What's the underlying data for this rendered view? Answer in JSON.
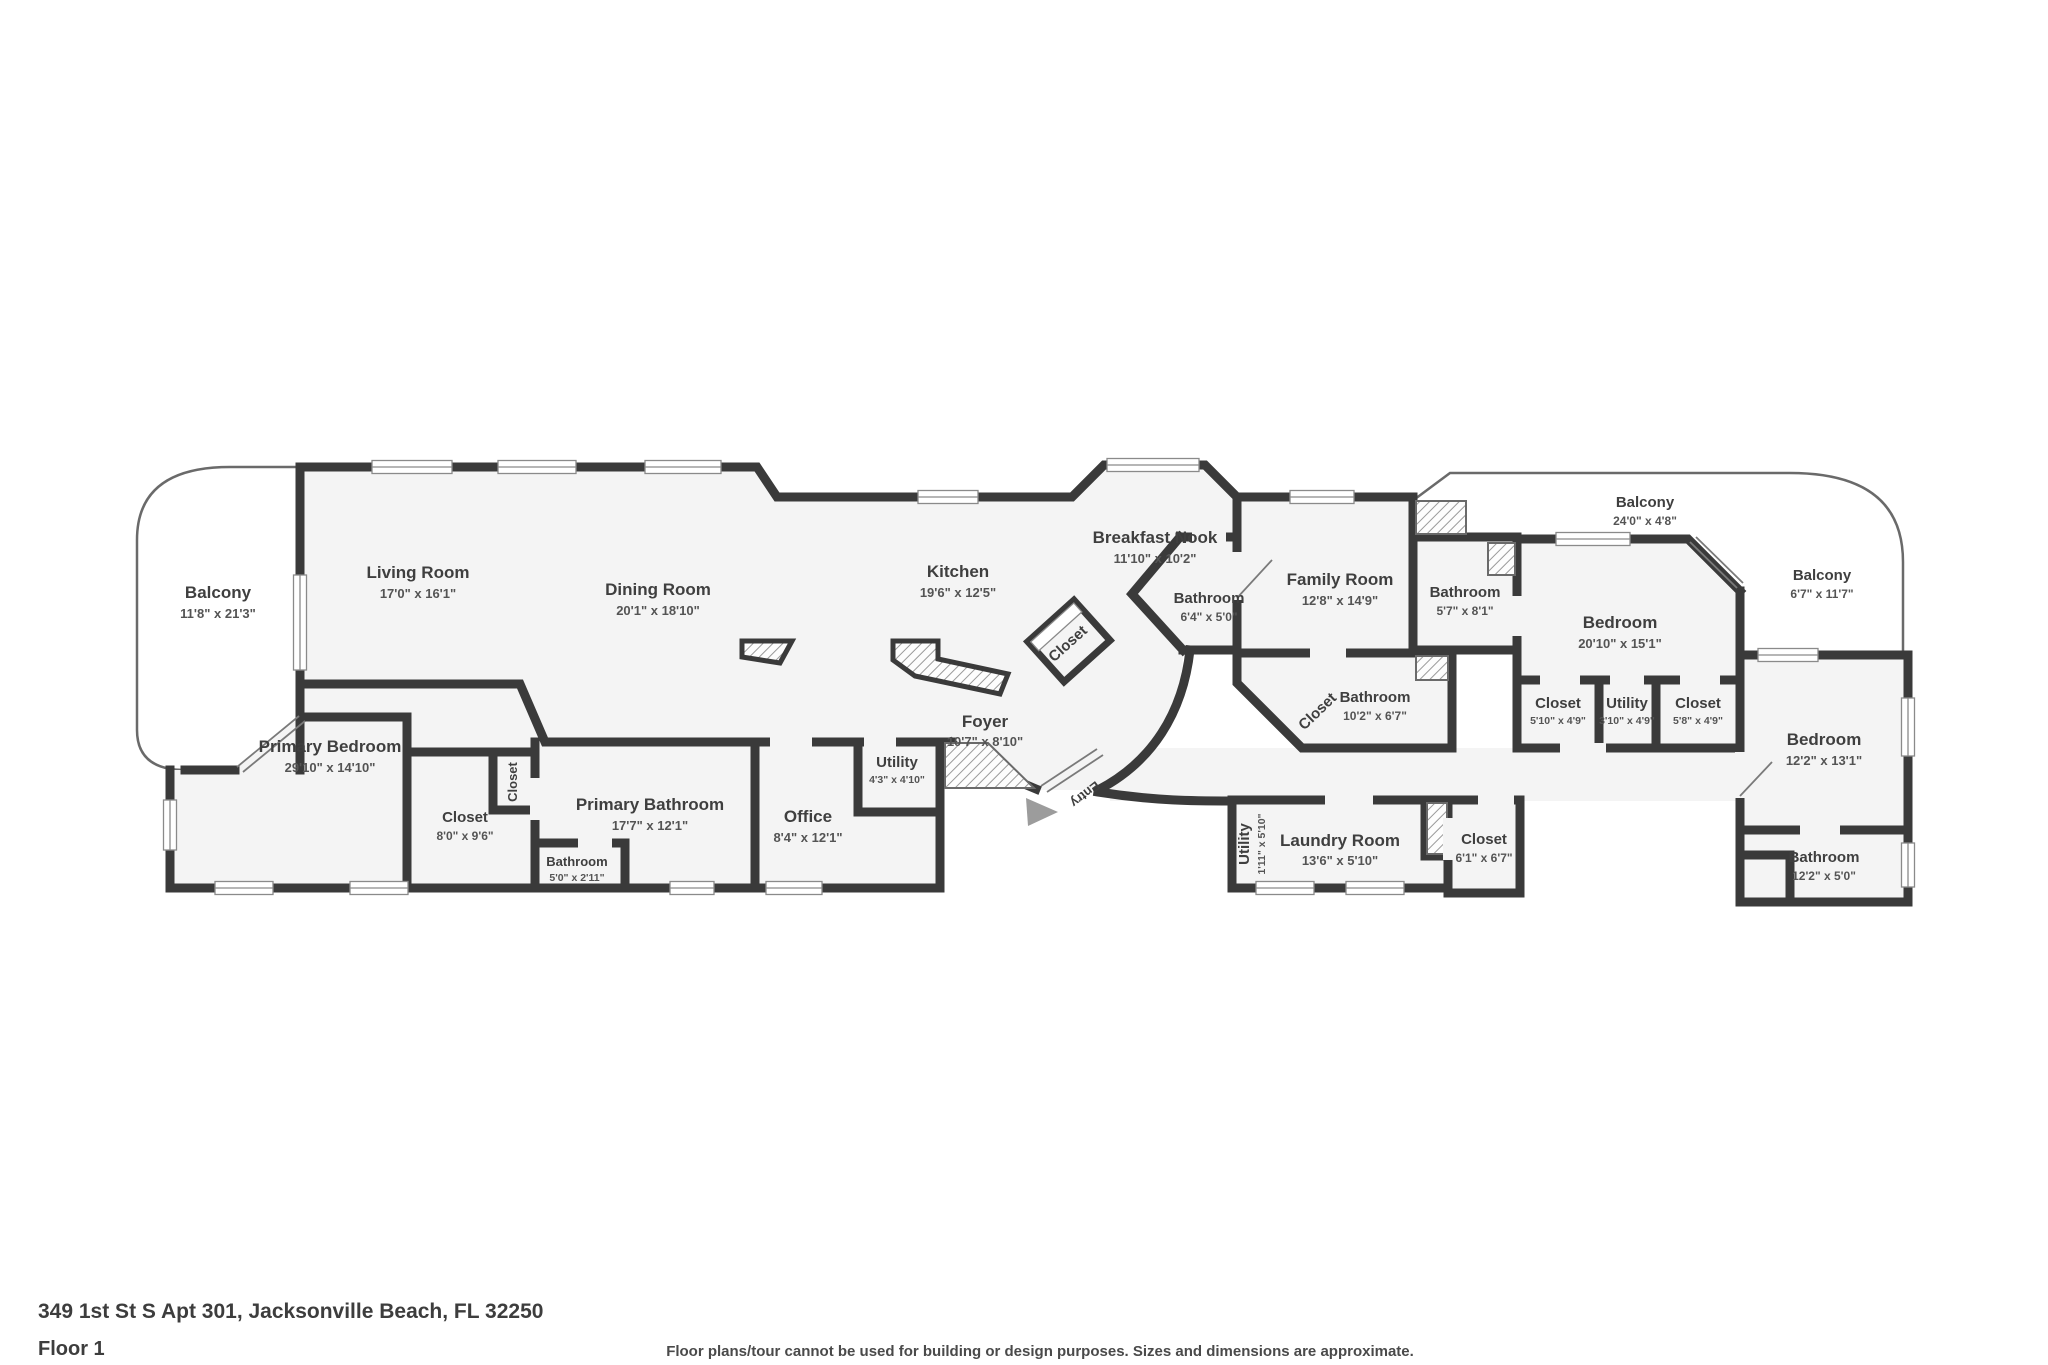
{
  "colors": {
    "wall": "#3a3a3a",
    "floor": "#f4f4f4",
    "label": "#3f3f3f",
    "dim": "#545454",
    "balcony_dot": "#e3e3e3",
    "entry_arrow": "#9c9c9c"
  },
  "rooms": [
    {
      "name": "Balcony",
      "dims": "11'8\" x 21'3\""
    },
    {
      "name": "Living Room",
      "dims": "17'0\" x 16'1\""
    },
    {
      "name": "Dining Room",
      "dims": "20'1\" x 18'10\""
    },
    {
      "name": "Kitchen",
      "dims": "19'6\" x 12'5\""
    },
    {
      "name": "Breakfast Nook",
      "dims": "11'10\" x 10'2\""
    },
    {
      "name": "Closet",
      "dims": ""
    },
    {
      "name": "Bathroom",
      "dims": "6'4\" x 5'0\""
    },
    {
      "name": "Family Room",
      "dims": "12'8\" x 14'9\""
    },
    {
      "name": "Bathroom",
      "dims": "5'7\" x 8'1\""
    },
    {
      "name": "Balcony",
      "dims": "24'0\" x 4'8\""
    },
    {
      "name": "Balcony",
      "dims": "6'7\" x 11'7\""
    },
    {
      "name": "Bedroom",
      "dims": "20'10\" x 15'1\""
    },
    {
      "name": "Closet",
      "dims": ""
    },
    {
      "name": "Bathroom",
      "dims": "10'2\" x 6'7\""
    },
    {
      "name": "Closet",
      "dims": "5'10\" x 4'9\""
    },
    {
      "name": "Utility",
      "dims": "3'10\" x 4'9\""
    },
    {
      "name": "Closet",
      "dims": "5'8\" x 4'9\""
    },
    {
      "name": "Bedroom",
      "dims": "12'2\" x 13'1\""
    },
    {
      "name": "Bathroom",
      "dims": "12'2\" x 5'0\""
    },
    {
      "name": "Primary Bedroom",
      "dims": "29'10\" x 14'10\""
    },
    {
      "name": "Closet",
      "dims": "8'0\" x 9'6\""
    },
    {
      "name": "Closet",
      "dims": ""
    },
    {
      "name": "Bathroom",
      "dims": "5'0\" x 2'11\""
    },
    {
      "name": "Primary Bathroom",
      "dims": "17'7\" x 12'1\""
    },
    {
      "name": "Office",
      "dims": "8'4\" x 12'1\""
    },
    {
      "name": "Utility",
      "dims": "4'3\" x 4'10\""
    },
    {
      "name": "Foyer",
      "dims": "10'7\" x 8'10\""
    },
    {
      "name": "Utility",
      "dims": "1'11\" x 5'10\""
    },
    {
      "name": "Laundry Room",
      "dims": "13'6\" x 5'10\""
    },
    {
      "name": "Closet",
      "dims": "6'1\" x 6'7\""
    },
    {
      "name": "Entry",
      "dims": ""
    }
  ],
  "footer": {
    "address": "349 1st St S Apt 301, Jacksonville Beach, FL 32250",
    "floor": "Floor 1",
    "disclaimer": "Floor plans/tour cannot be used for building or design purposes. Sizes and dimensions are approximate."
  }
}
